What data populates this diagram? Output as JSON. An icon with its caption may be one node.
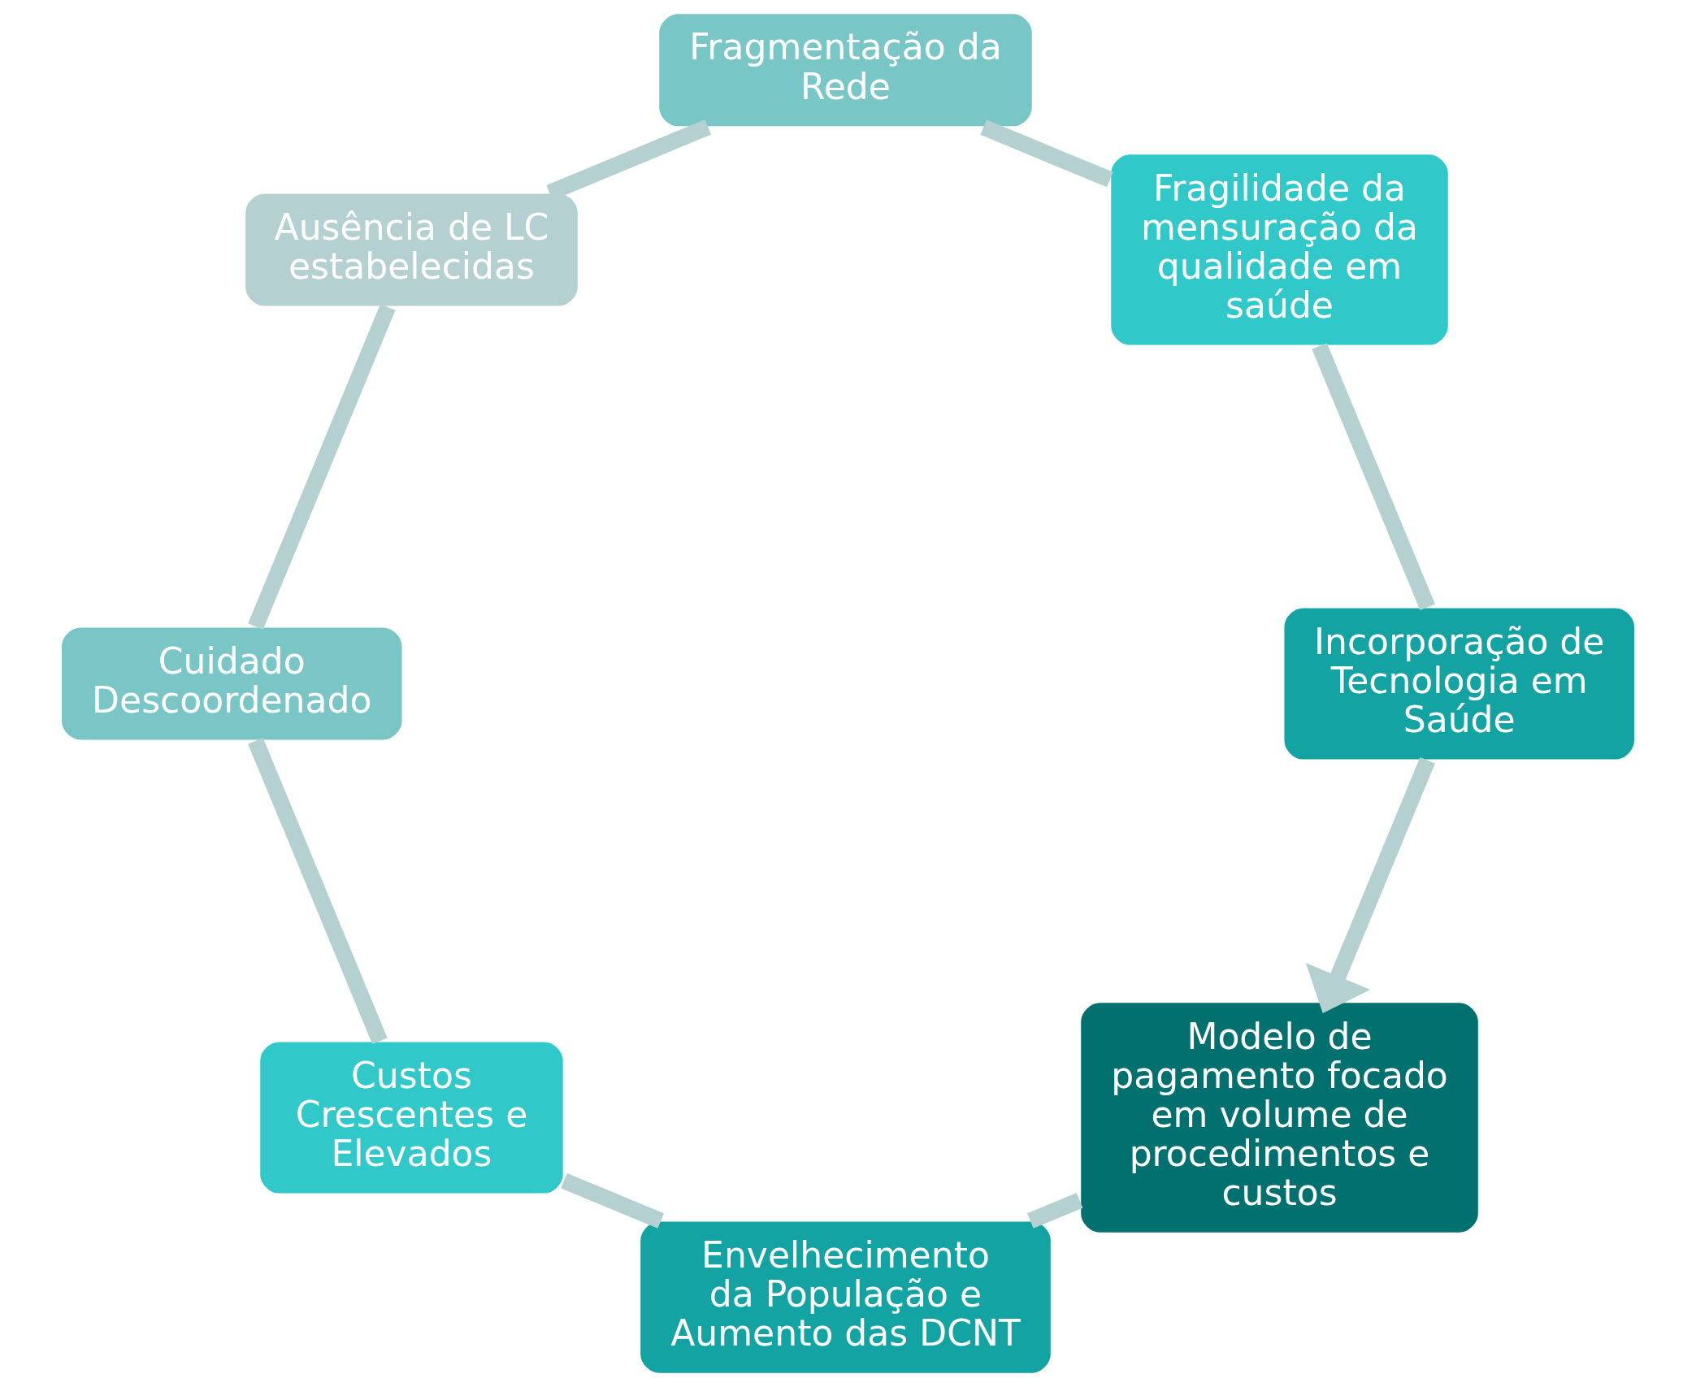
{
  "diagram": {
    "nodes": [
      {
        "text": [
          "Modelo de pagamento focado em volume de procedimentos e custos"
        ]
      },
      {
        "text": [
          "Envelhecimento da População e Aumento das DCNT"
        ]
      },
      {
        "text": [
          "Custos Crescentes e Elevados"
        ]
      },
      {
        "text": [
          "Cuidado Descoordenado"
        ]
      },
      {
        "text": [
          "Ausência de LC estabelecidas"
        ]
      },
      {
        "text": [
          "Fragmentação da Rede"
        ]
      },
      {
        "text": [
          "Fragilidade da mensuração da qualidade em saúde"
        ]
      },
      {
        "text": [
          "Incorporação de Tecnologia em Saúde"
        ]
      }
    ],
    "edges": [
      {
        "from": 0,
        "to": 1,
        "arrow": "none"
      },
      {
        "from": 1,
        "to": 2,
        "arrow": "none"
      },
      {
        "from": 2,
        "to": 3,
        "arrow": "none"
      },
      {
        "from": 3,
        "to": 4,
        "arrow": "none"
      },
      {
        "from": 4,
        "to": 5,
        "arrow": "none"
      },
      {
        "from": 5,
        "to": 6,
        "arrow": "none"
      },
      {
        "from": 6,
        "to": 7,
        "arrow": "none"
      },
      {
        "from": 7,
        "to": 0,
        "arrow": "to"
      }
    ]
  }
}
